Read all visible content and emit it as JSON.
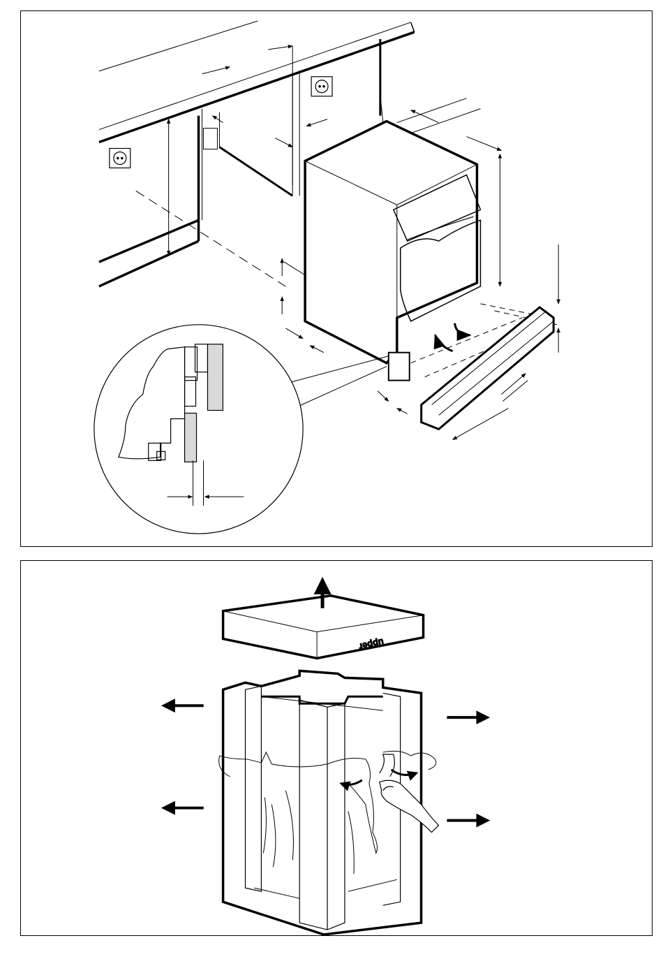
{
  "panels": [
    {
      "id": "installation",
      "description_visible": false
    },
    {
      "id": "unpacking",
      "description_visible": false
    }
  ],
  "packaging": {
    "lid_marking": "ɹǝddn"
  },
  "colors": {
    "line": "#000000",
    "background": "#ffffff",
    "panel_fill": "#d9d9d9"
  }
}
